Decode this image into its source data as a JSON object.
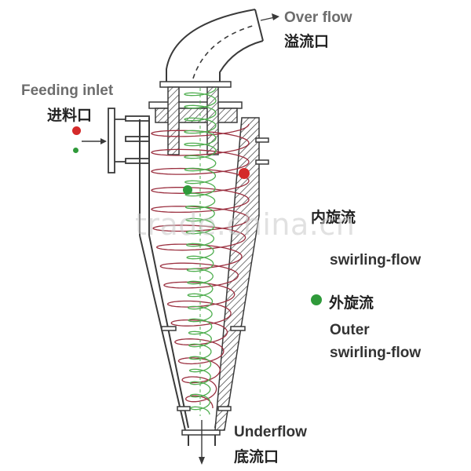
{
  "labels": {
    "overflow_en": "Over flow",
    "overflow_zh": "溢流口",
    "feeding_en": "Feeding inlet",
    "feeding_zh": "进料口",
    "inner_zh": "内旋流",
    "inner_en": "swirling-flow",
    "outer_zh": "外旋流",
    "outer_en_1": "Outer",
    "outer_en_2": "swirling-flow",
    "underflow_en": "Underflow",
    "underflow_zh": "底流口"
  },
  "watermark": "trade.china.cn",
  "colors": {
    "line": "#3a3a3a",
    "outer_flow": "#9b3040",
    "inner_flow": "#4fae4f",
    "red_particle": "#d42a2a",
    "green_particle": "#2f9a3a"
  }
}
